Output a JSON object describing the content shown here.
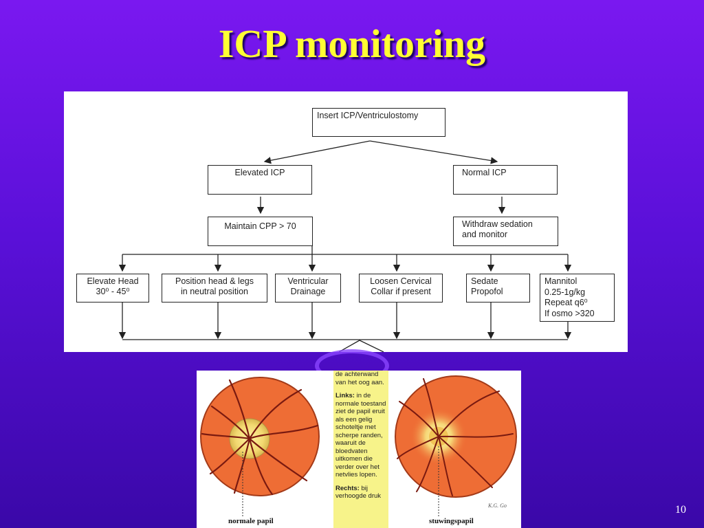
{
  "slide": {
    "title": "ICP monitoring",
    "page_number": "10"
  },
  "flowchart": {
    "root": "Insert ICP/Ventriculostomy",
    "elevated": "Elevated ICP",
    "normal": "Normal ICP",
    "maintain": "Maintain CPP > 70",
    "withdraw": [
      "Withdraw sedation",
      "and monitor"
    ],
    "actions": {
      "elevate_head": [
        "Elevate Head",
        "30⁰  - 45⁰"
      ],
      "position": [
        "Position head & legs",
        "in neutral position"
      ],
      "drainage": [
        "Ventricular",
        "Drainage"
      ],
      "collar": [
        "Loosen Cervical",
        "Collar if present"
      ],
      "sedate": [
        "Sedate",
        "Propofol"
      ],
      "mannitol": [
        "Mannitol",
        "0.25-1g/kg",
        "Repeat q6⁰",
        "If osmo >320"
      ]
    }
  },
  "eye_figure": {
    "notes": {
      "intro": "de achterwand van het oog aan.",
      "links_label": "Links:",
      "links_text": "in de normale toestand ziet de papil eruit als een gelig schoteltje met scherpe randen, waaruit de bloedvaten uitkomen die verder over het netvlies lopen.",
      "rechts_label": "Rechts:",
      "rechts_text": "bij verhoogde druk"
    },
    "left_caption": "normale papil",
    "right_caption": "stuwingspapil",
    "signature": "K.G. Go"
  }
}
